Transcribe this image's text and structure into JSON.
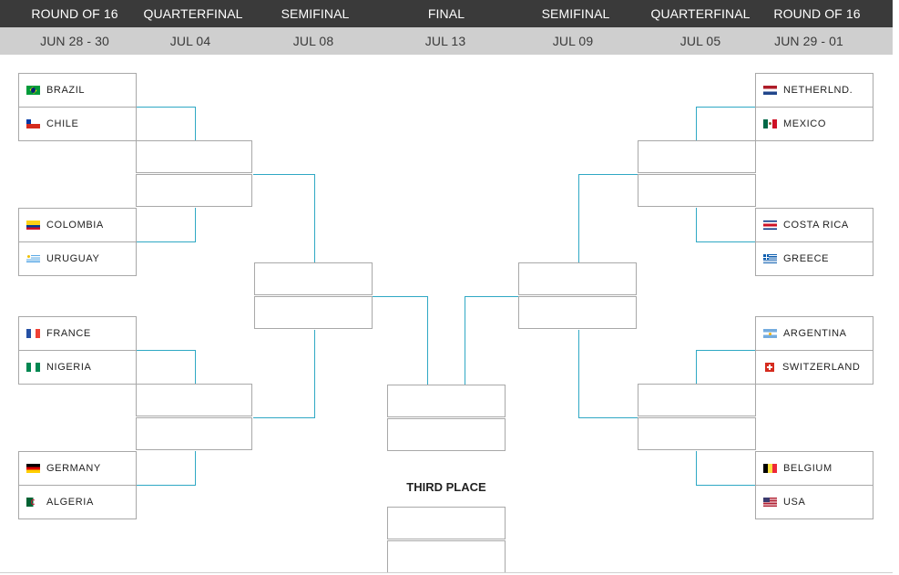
{
  "header": {
    "rounds": [
      "ROUND OF 16",
      "QUARTERFINAL",
      "SEMIFINAL",
      "FINAL",
      "SEMIFINAL",
      "QUARTERFINAL",
      "ROUND OF 16"
    ],
    "dates": [
      "JUN 28 - 30",
      "JUL 04",
      "JUL 08",
      "JUL 13",
      "JUL 09",
      "JUL 05",
      "JUN 29 - 01"
    ]
  },
  "left_teams": [
    {
      "name": "BRAZIL",
      "flag": "brazil-flag-icon"
    },
    {
      "name": "CHILE",
      "flag": "chile-flag-icon"
    },
    {
      "name": "COLOMBIA",
      "flag": "colombia-flag-icon"
    },
    {
      "name": "URUGUAY",
      "flag": "uruguay-flag-icon"
    },
    {
      "name": "FRANCE",
      "flag": "france-flag-icon"
    },
    {
      "name": "NIGERIA",
      "flag": "nigeria-flag-icon"
    },
    {
      "name": "GERMANY",
      "flag": "germany-flag-icon"
    },
    {
      "name": "ALGERIA",
      "flag": "algeria-flag-icon"
    }
  ],
  "right_teams": [
    {
      "name": "NETHERLND.",
      "flag": "netherlands-flag-icon"
    },
    {
      "name": "MEXICO",
      "flag": "mexico-flag-icon"
    },
    {
      "name": "COSTA RICA",
      "flag": "costa-rica-flag-icon"
    },
    {
      "name": "GREECE",
      "flag": "greece-flag-icon"
    },
    {
      "name": "ARGENTINA",
      "flag": "argentina-flag-icon"
    },
    {
      "name": "SWITZERLAND",
      "flag": "switzerland-flag-icon"
    },
    {
      "name": "BELGIUM",
      "flag": "belgium-flag-icon"
    },
    {
      "name": "USA",
      "flag": "usa-flag-icon"
    }
  ],
  "third_place_label": "THIRD PLACE",
  "colors": {
    "header_dark": "#3a3a3a",
    "header_light": "#cfcfcf",
    "connector": "#2fa8c4",
    "border": "#a8a8a8"
  }
}
